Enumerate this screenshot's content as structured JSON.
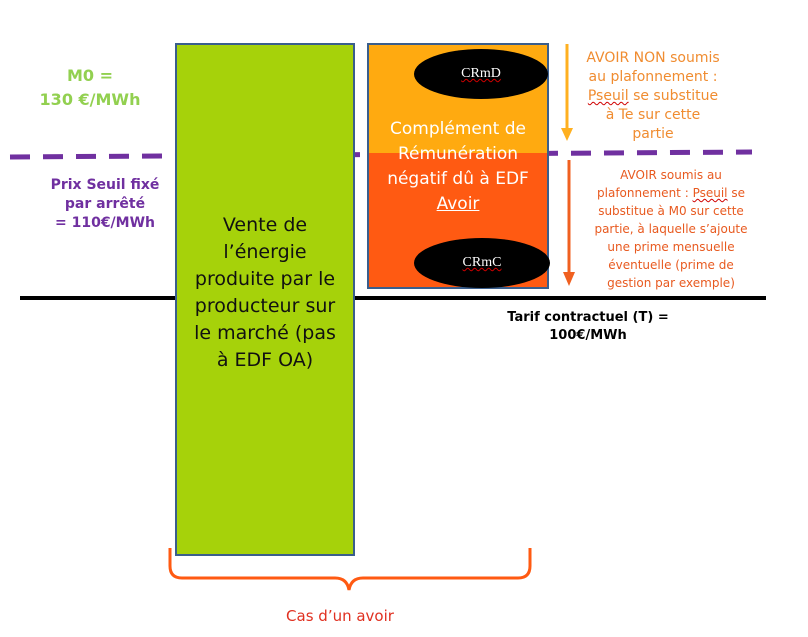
{
  "m0_label": {
    "line1": "M0 =",
    "line2": "130 €/MWh"
  },
  "prix_seuil_label": {
    "line1": "Prix Seuil fixé",
    "line2": "par arrêté",
    "line3": "= 110€/MWh"
  },
  "vente_block": {
    "lines": [
      "Vente de",
      "l’énergie",
      "produite par le",
      "producteur sur",
      "le marché (pas",
      "à EDF OA)"
    ]
  },
  "complement_block": {
    "line1": "Complément de",
    "line2": "Rémunération",
    "line3": "négatif dû à EDF",
    "line4": "Avoir"
  },
  "crmd_label": "CRmD",
  "crmc_label": "CRmC",
  "avoir_non_soumis": {
    "line1": "AVOIR NON soumis",
    "line2": "au plafonnement :",
    "line3_word": "Pseuil",
    "line3_rest": " se substitue",
    "line4": "à Te sur cette",
    "line5": "partie"
  },
  "avoir_soumis": {
    "line1": "AVOIR soumis au",
    "line2_start": "plafonnement : ",
    "line2_word": "Pseuil",
    "line2_end": " se",
    "line3": "substitue à M0 sur cette",
    "line4": "partie, à laquelle s’ajoute",
    "line5": "une prime mensuelle",
    "line6": "éventuelle (prime de",
    "line7": "gestion par exemple)"
  },
  "tarif_label": {
    "line1": "Tarif contractuel (T) =",
    "line2": "100€/MWh"
  },
  "brace_label": "Cas d’un avoir",
  "colors": {
    "green": "#A6D20A",
    "orange_light": "#FFAA10",
    "orange_dark": "#FF5A12",
    "purple": "#7030A0",
    "m0_green": "#92D050",
    "brace_red": "#E03020"
  }
}
